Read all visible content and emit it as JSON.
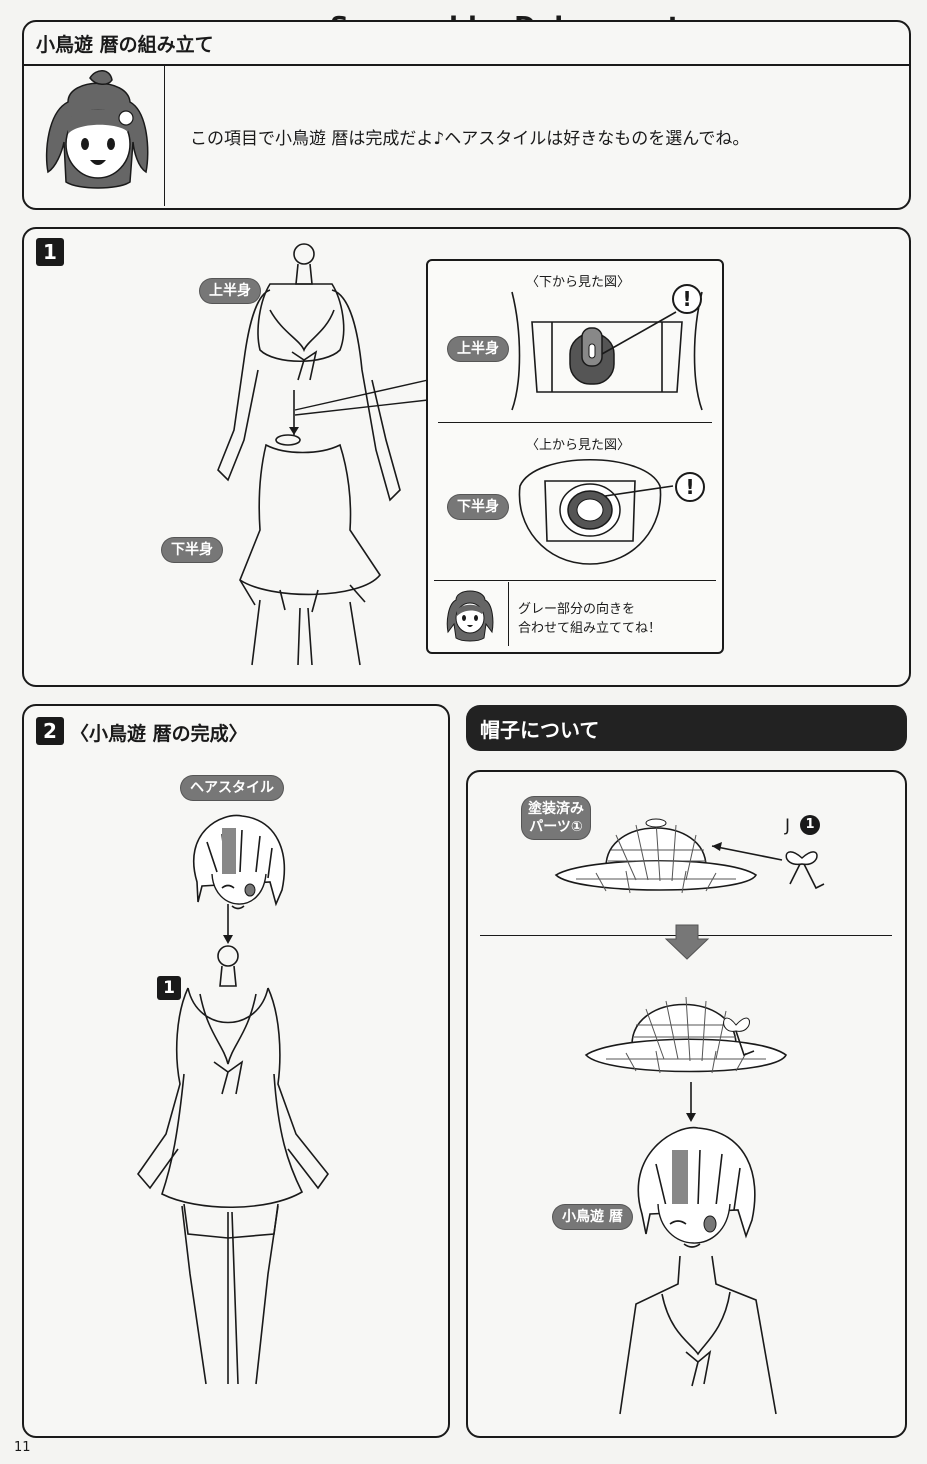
{
  "watermark": "Scanned by Dalong.net",
  "header": {
    "title": "小鳥遊 暦の組み立て",
    "message": "この項目で小鳥遊 暦は完成だよ♪ヘアスタイルは好きなものを選んでね。"
  },
  "step1": {
    "number": "1",
    "label_upper": "上半身",
    "label_lower": "下半身",
    "inset": {
      "view_bottom_title": "〈下から見た図〉",
      "view_top_title": "〈上から見た図〉",
      "label_upper": "上半身",
      "label_lower": "下半身",
      "tip_line1": "グレー部分の向きを",
      "tip_line2": "合わせて組み立ててね！"
    }
  },
  "step2": {
    "number": "2",
    "title": "〈小鳥遊 暦の完成〉",
    "hairstyle_label": "ヘアスタイル",
    "ref_badge": "1"
  },
  "hat": {
    "header": "帽子について",
    "painted_label_line1": "塗装済み",
    "painted_label_line2": "パーツ①",
    "part_ref_letter": "J",
    "part_ref_number": "1",
    "character_label": "小鳥遊 暦"
  },
  "page_number": "11"
}
